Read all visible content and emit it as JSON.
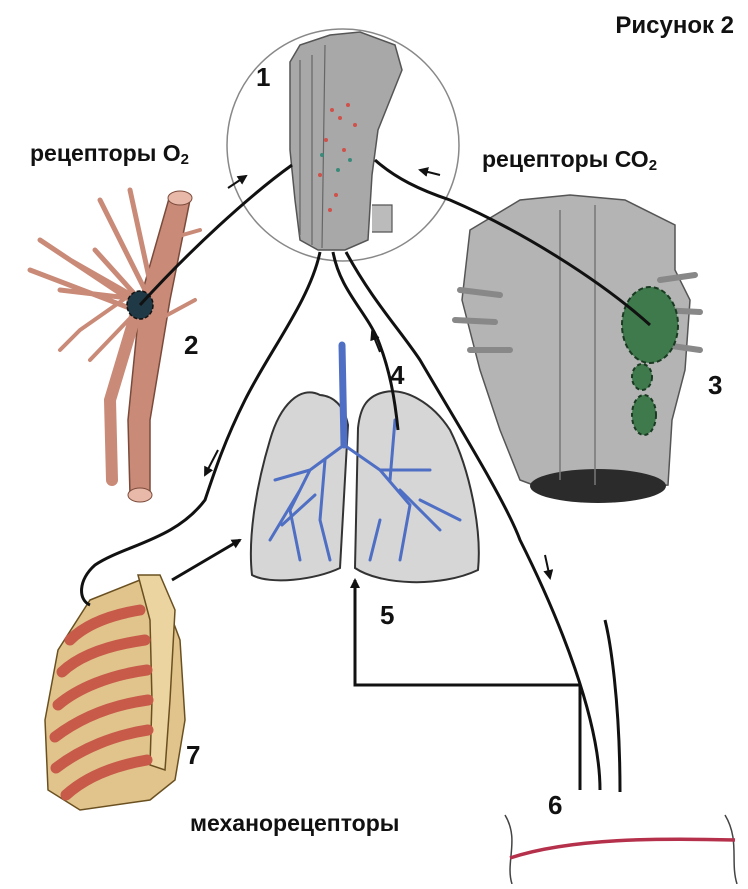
{
  "title": "Рисунок 2",
  "labels": {
    "o2_receptors": {
      "text": "рецепторы О",
      "sub": "2"
    },
    "co2_receptors": {
      "text": "рецепторы СО",
      "sub": "2"
    },
    "mechanoreceptors": "механорецепторы"
  },
  "numbers": {
    "n1": "1",
    "n2": "2",
    "n3": "3",
    "n4": "4",
    "n5": "5",
    "n6": "6",
    "n7": "7"
  },
  "colors": {
    "nerve": "#111111",
    "artery": "#c98a78",
    "receptor_o2": "#1f3a46",
    "receptor_co2": "#3f7a4c",
    "brainstem": "#9a9a9a",
    "lungs_fill": "#d6d6d6",
    "bronchi": "#4f6fc4",
    "ribcage_bone": "#e0c48c",
    "intercostal": "#c85a4a",
    "diaphragm": "#b5304a"
  }
}
